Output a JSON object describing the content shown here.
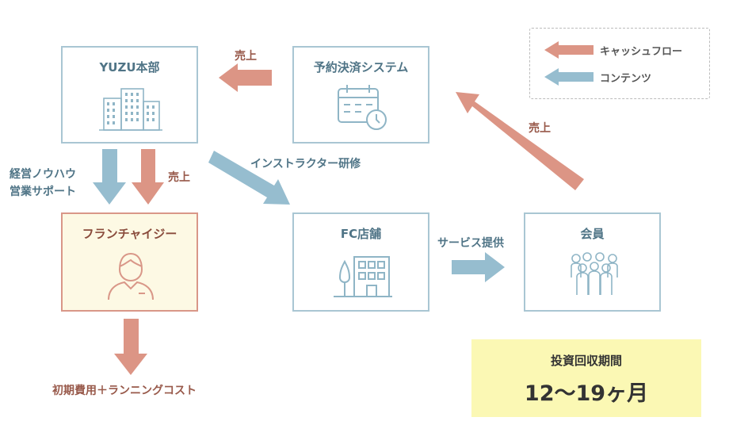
{
  "legend": {
    "cash_flow": "キャッシュフロー",
    "contents": "コンテンツ"
  },
  "nodes": {
    "headquarters": "YUZU本部",
    "reservation_system": "予約決済システム",
    "franchisee": "フランチャイジー",
    "fc_store": "FC店舗",
    "members": "会員"
  },
  "edges": {
    "reservation_to_hq": "売上",
    "members_to_reservation": "売上",
    "hq_to_franchisee_blue": "経営ノウハウ\n営業サポート",
    "franchisee_to_hq": "売上",
    "hq_to_store": "インストラクター研修",
    "store_to_members": "サービス提供",
    "franchisee_costs": "初期費用＋ランニングコスト"
  },
  "payback": {
    "label": "投資回収期間",
    "value": "12〜19ヶ月"
  },
  "colors": {
    "cash_flow": "#dc9585",
    "contents": "#96bdcf",
    "box_border": "#a9c6d3",
    "franchisee_bg": "#fdf9e4",
    "payback_bg": "#fbf8b4"
  }
}
